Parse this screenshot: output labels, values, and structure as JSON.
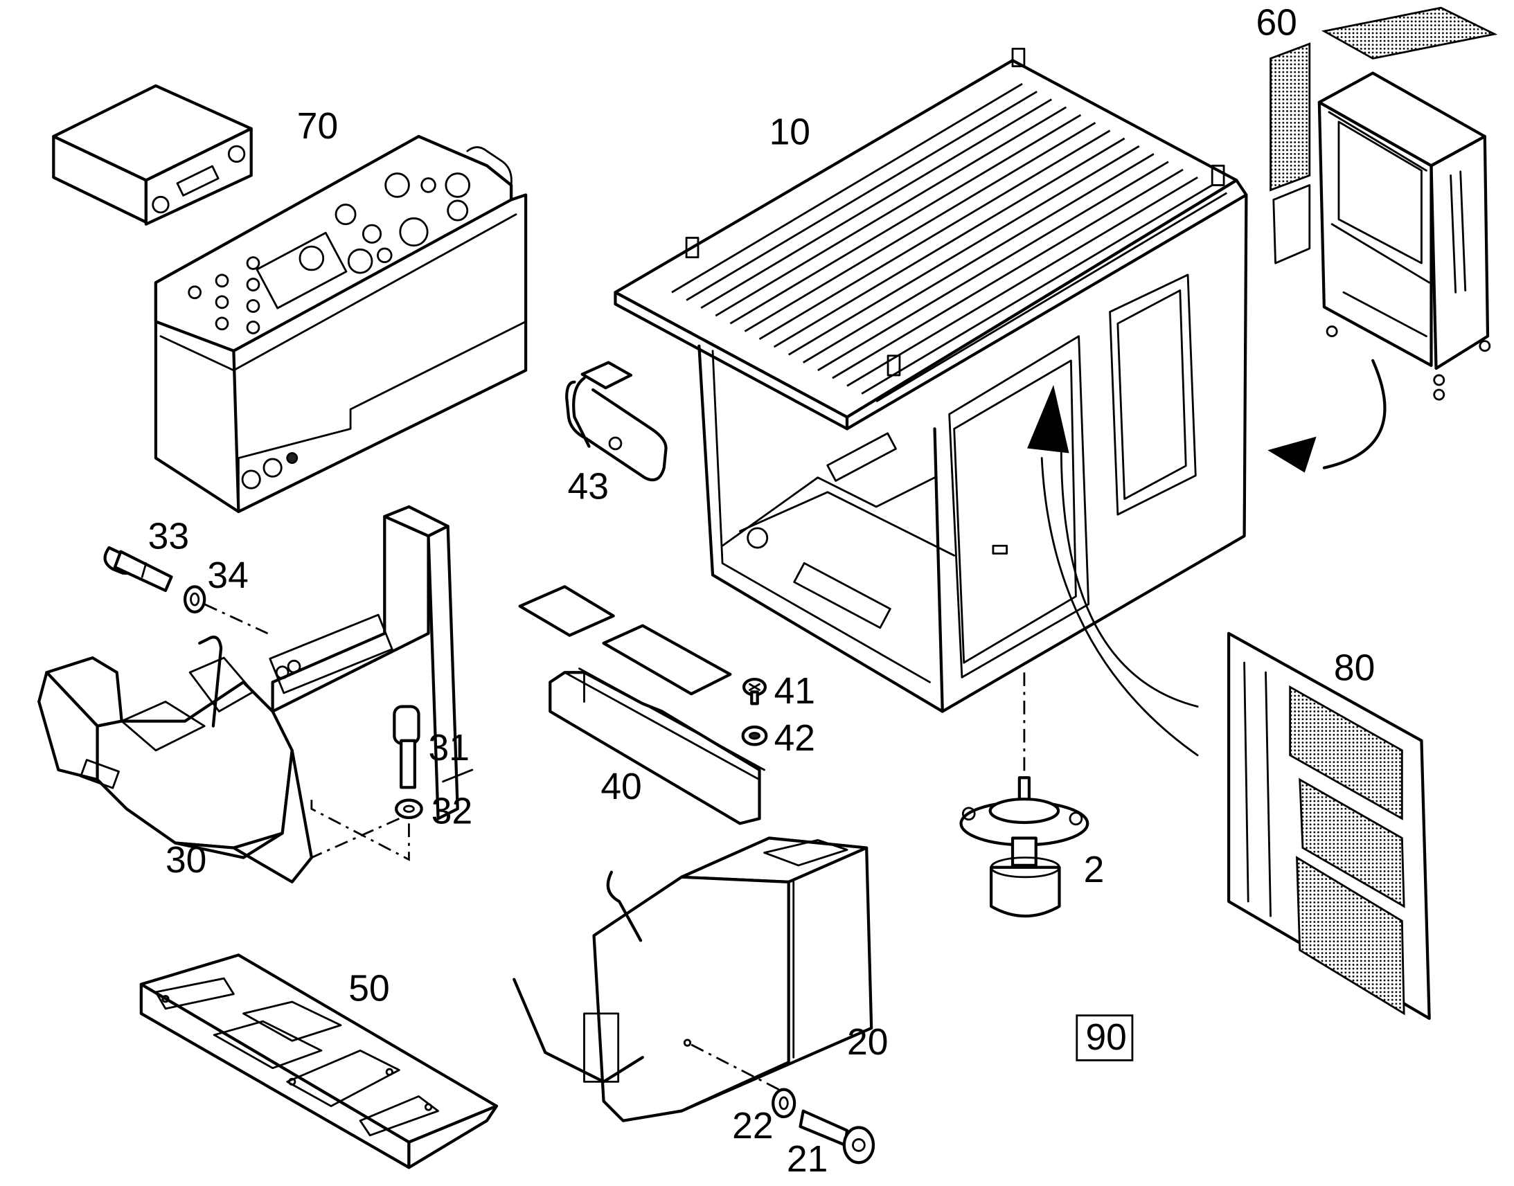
{
  "callouts": [
    {
      "id": "c70",
      "text": "70"
    },
    {
      "id": "c10",
      "text": "10"
    },
    {
      "id": "c60",
      "text": "60"
    },
    {
      "id": "c43",
      "text": "43"
    },
    {
      "id": "c33",
      "text": "33"
    },
    {
      "id": "c34",
      "text": "34"
    },
    {
      "id": "c31",
      "text": "31"
    },
    {
      "id": "c32",
      "text": "32"
    },
    {
      "id": "c30",
      "text": "30"
    },
    {
      "id": "c41",
      "text": "41"
    },
    {
      "id": "c42",
      "text": "42"
    },
    {
      "id": "c40",
      "text": "40"
    },
    {
      "id": "c80",
      "text": "80"
    },
    {
      "id": "c2",
      "text": "2"
    },
    {
      "id": "c50",
      "text": "50"
    },
    {
      "id": "c20",
      "text": "20"
    },
    {
      "id": "c22",
      "text": "22"
    },
    {
      "id": "c21",
      "text": "21"
    },
    {
      "id": "c90",
      "text": "90"
    }
  ],
  "parts": [
    {
      "name": "radio-unit"
    },
    {
      "name": "instrument-console"
    },
    {
      "name": "cab-body"
    },
    {
      "name": "electrical-cabinet"
    },
    {
      "name": "rear-view-mirror"
    },
    {
      "name": "left-control-console"
    },
    {
      "name": "floor-channel"
    },
    {
      "name": "cab-mount"
    },
    {
      "name": "circuit-board-panel"
    },
    {
      "name": "pedal-plate"
    },
    {
      "name": "right-control-console"
    }
  ]
}
